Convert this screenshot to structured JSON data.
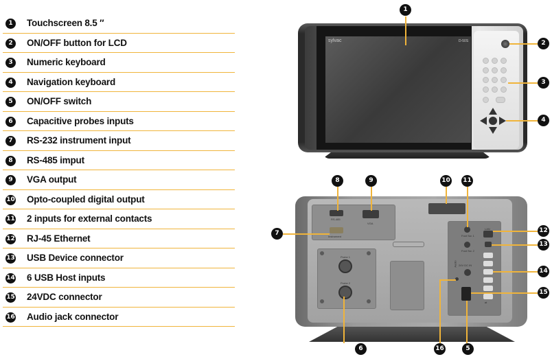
{
  "legend": [
    {
      "num": "1",
      "label": "Touchscreen 8.5 ″"
    },
    {
      "num": "2",
      "label": "ON/OFF button for LCD"
    },
    {
      "num": "3",
      "label": "Numeric keyboard"
    },
    {
      "num": "4",
      "label": "Navigation keyboard"
    },
    {
      "num": "5",
      "label": "ON/OFF switch"
    },
    {
      "num": "6",
      "label": "Capacitive probes inputs"
    },
    {
      "num": "7",
      "label": "RS-232 instrument input"
    },
    {
      "num": "8",
      "label": "RS-485 imput"
    },
    {
      "num": "9",
      "label": "VGA output"
    },
    {
      "num": "10",
      "label": "Opto-coupled digital output"
    },
    {
      "num": "11",
      "label": "2 inputs for external contacts"
    },
    {
      "num": "12",
      "label": "RJ-45 Ethernet"
    },
    {
      "num": "13",
      "label": "USB Device connector"
    },
    {
      "num": "14",
      "label": "6 USB Host inputs"
    },
    {
      "num": "15",
      "label": "24VDC connector"
    },
    {
      "num": "16",
      "label": "Audio jack connector"
    }
  ],
  "device": {
    "brand": "sylvac",
    "model": "D-50S",
    "port_labels": {
      "rs485": "RS-485",
      "instrument": "Instrument",
      "vga": "VGA",
      "probe1": "Probe 1",
      "probe2": "Probe 2",
      "foot1": "Foot Sw. 1",
      "foot2": "Foot Sw. 2",
      "power": "24V DC IN",
      "audio": "Audio",
      "lan": "LAN"
    }
  },
  "colors": {
    "leader": "#f0b43a",
    "bullet": "#111111",
    "bullet_text": "#ffffff"
  }
}
